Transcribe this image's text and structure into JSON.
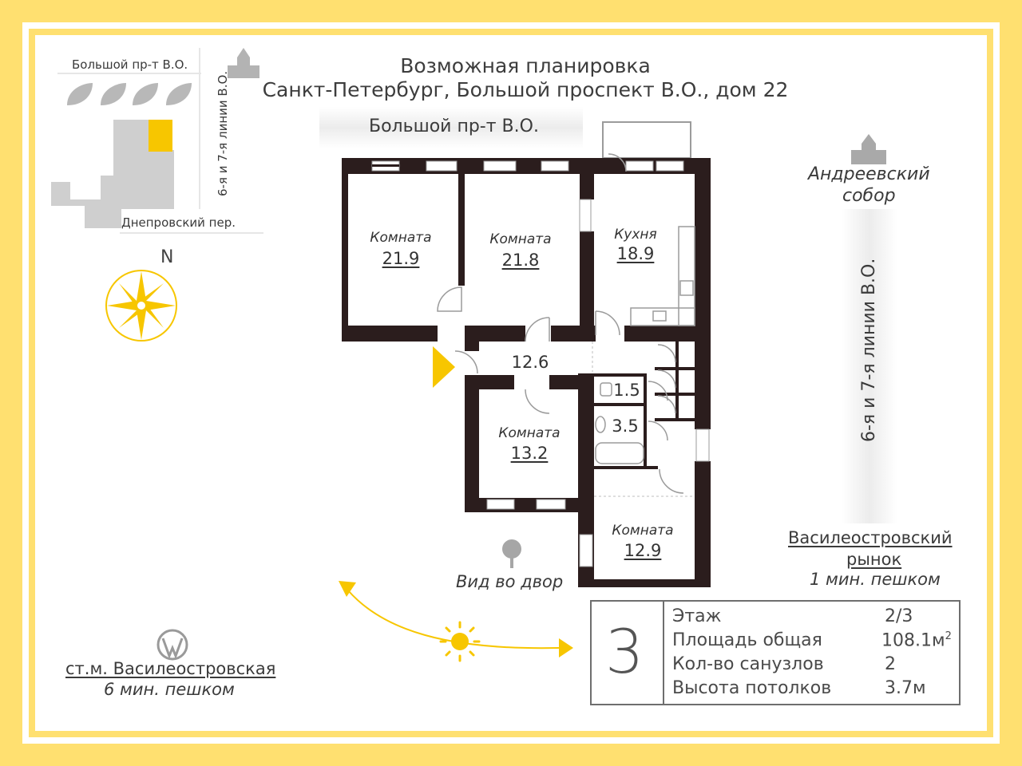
{
  "title": {
    "line1": "Возможная планировка",
    "line2": "Санкт-Петербург, Большой проспект В.О., дом 22"
  },
  "street_top": "Большой пр-т В.О.",
  "minimap": {
    "street_top": "Большой пр-т В.О.",
    "street_side": "6-я и 7-я линии В.О.",
    "street_bottom": "Днепровский пер."
  },
  "compass": {
    "north": "N"
  },
  "landmarks": {
    "cathedral": {
      "line1": "Андреевский",
      "line2": "собор"
    },
    "side_street": "6-я и 7-я линии В.О.",
    "market": {
      "line1": "Василеостровский",
      "line2": "рынок",
      "walk": "1 мин. пешком"
    },
    "metro": {
      "name": "ст.м. Василеостровская",
      "walk": "6 мин. пешком",
      "icon": "metro-m-icon"
    },
    "courtyard_view": "Вид во двор"
  },
  "rooms": [
    {
      "name": "Комната",
      "area": "21.9"
    },
    {
      "name": "Комната",
      "area": "21.8"
    },
    {
      "name": "Кухня",
      "area": "18.9"
    },
    {
      "name": "",
      "area": "12.6"
    },
    {
      "name": "",
      "area": "1.5"
    },
    {
      "name": "",
      "area": "3.5"
    },
    {
      "name": "Комната",
      "area": "13.2"
    },
    {
      "name": "Комната",
      "area": "12.9"
    }
  ],
  "info": {
    "room_count": "3",
    "rows": [
      {
        "label": "Этаж",
        "value": "2/3",
        "sup": ""
      },
      {
        "label": "Площадь общая",
        "value": "108.1м",
        "sup": "2"
      },
      {
        "label": "Кол-во санузлов",
        "value": "2",
        "sup": ""
      },
      {
        "label": "Высота потолков",
        "value": "3.7м",
        "sup": ""
      }
    ]
  },
  "colors": {
    "frame_yellow": "#ffe070",
    "accent_yellow": "#f7c600",
    "wall": "#2b1d1d",
    "grey_text": "#3a3a3a"
  }
}
